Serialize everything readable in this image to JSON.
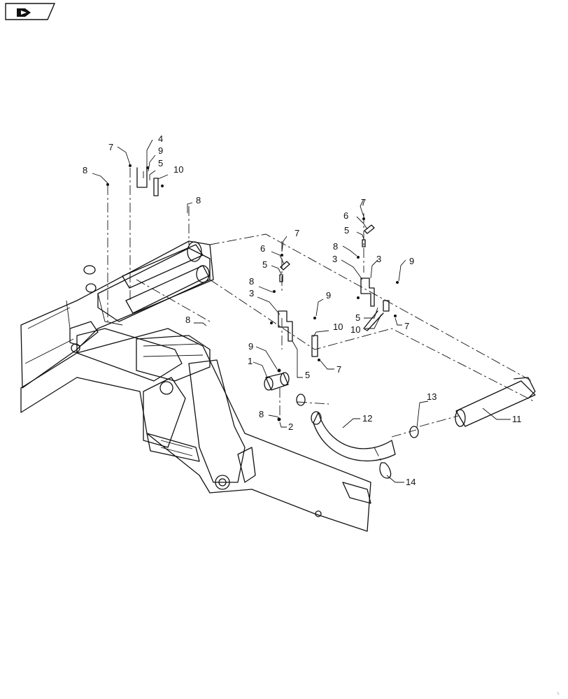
{
  "nav_icon": "page-navigation-icon",
  "callouts": [
    {
      "id": "c4",
      "text": "4"
    },
    {
      "id": "c9a",
      "text": "9"
    },
    {
      "id": "c5a",
      "text": "5"
    },
    {
      "id": "c10a",
      "text": "10"
    },
    {
      "id": "c7a",
      "text": "7"
    },
    {
      "id": "c8a",
      "text": "8"
    },
    {
      "id": "c8b",
      "text": "8"
    },
    {
      "id": "c8c",
      "text": "8"
    },
    {
      "id": "c7b",
      "text": "7"
    },
    {
      "id": "c6b",
      "text": "6"
    },
    {
      "id": "c5b",
      "text": "5"
    },
    {
      "id": "c8d",
      "text": "8"
    },
    {
      "id": "c3b",
      "text": "3"
    },
    {
      "id": "c9b",
      "text": "9"
    },
    {
      "id": "c10b",
      "text": "10"
    },
    {
      "id": "c7c",
      "text": "7"
    },
    {
      "id": "c5c",
      "text": "5"
    },
    {
      "id": "c7d",
      "text": "7"
    },
    {
      "id": "c6d",
      "text": "6"
    },
    {
      "id": "c5d",
      "text": "5"
    },
    {
      "id": "c8e",
      "text": "8"
    },
    {
      "id": "c3c",
      "text": "3"
    },
    {
      "id": "c3d",
      "text": "3"
    },
    {
      "id": "c9c",
      "text": "9"
    },
    {
      "id": "c5e",
      "text": "5"
    },
    {
      "id": "c10c",
      "text": "10"
    },
    {
      "id": "c7e",
      "text": "7"
    },
    {
      "id": "c9d",
      "text": "9"
    },
    {
      "id": "c1",
      "text": "1"
    },
    {
      "id": "c8f",
      "text": "8"
    },
    {
      "id": "c2",
      "text": "2"
    },
    {
      "id": "c12",
      "text": "12"
    },
    {
      "id": "c13",
      "text": "13"
    },
    {
      "id": "c11",
      "text": "11"
    },
    {
      "id": "c14",
      "text": "14"
    }
  ]
}
